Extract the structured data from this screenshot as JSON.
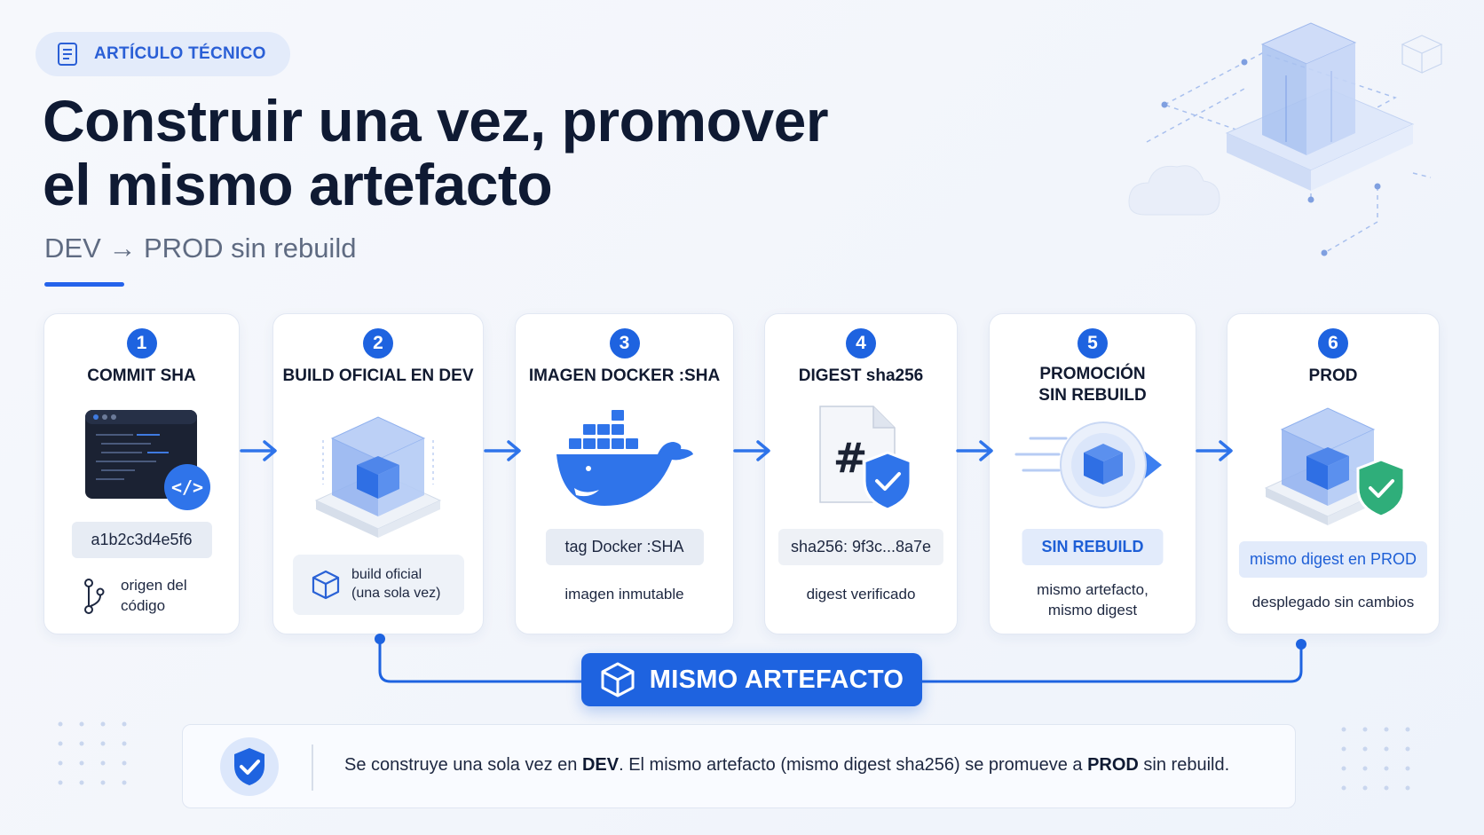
{
  "badge_label": "ARTÍCULO TÉCNICO",
  "title_line1": "Construir una vez, promover",
  "title_line2": "el mismo artefacto",
  "subtitle": "DEV → PROD sin rebuild",
  "steps": [
    {
      "number": "1",
      "title": "COMMIT SHA",
      "chip": "a1b2c3d4e5f6",
      "desc_line1": "origen del",
      "desc_line2": "código",
      "icon": "code-terminal-icon"
    },
    {
      "number": "2",
      "title": "BUILD OFICIAL EN DEV",
      "desc_line1": "build oficial",
      "desc_line2": "(una sola vez)",
      "icon": "cube-platform-icon"
    },
    {
      "number": "3",
      "title": "IMAGEN DOCKER :SHA",
      "chip": "tag Docker :SHA",
      "desc": "imagen inmutable",
      "icon": "docker-whale-icon"
    },
    {
      "number": "4",
      "title": "DIGEST sha256",
      "chip": "sha256: 9f3c...8a7e",
      "desc": "digest verificado",
      "icon": "hash-document-shield-icon"
    },
    {
      "number": "5",
      "title_line1": "PROMOCIÓN",
      "title_line2": "SIN REBUILD",
      "chip": "SIN REBUILD",
      "desc_line1": "mismo artefacto,",
      "desc_line2": "mismo digest",
      "icon": "promotion-arrow-icon"
    },
    {
      "number": "6",
      "title": "PROD",
      "chip": "mismo digest en PROD",
      "desc": "desplegado sin cambios",
      "icon": "cube-shield-icon"
    }
  ],
  "connector_label": "MISMO ARTEFACTO",
  "note": {
    "part1": "Se construye una sola vez en ",
    "dev": "DEV",
    "part2": ". El mismo artefacto (mismo digest sha256) se promueve a ",
    "prod": "PROD",
    "part3": " sin rebuild."
  },
  "colors": {
    "accent": "#1e63e0",
    "success": "#2fae7a",
    "title": "#0f1a33"
  }
}
